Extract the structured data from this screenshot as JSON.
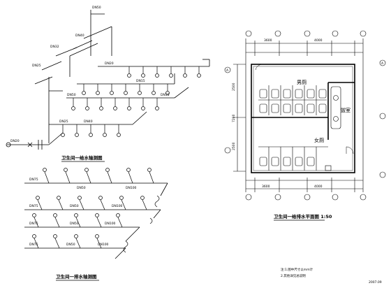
{
  "drawing": {
    "iso_supply_title": "卫生间一给水轴测图",
    "iso_drain_title": "卫生间一排水轴测图",
    "plan_title": "卫生间一给排水平面图 1:50",
    "rooms": {
      "men": "男厕",
      "women": "女厕",
      "wash": "盥室"
    },
    "supply_labels": [
      "DN50",
      "DN40",
      "DN32",
      "DN25",
      "DN20",
      "DN15",
      "DN50",
      "DN40",
      "DN25",
      "DN20",
      "DN15"
    ],
    "drain_labels": [
      "DN75",
      "DN50",
      "DN100",
      "DN75",
      "DN50",
      "DN100",
      "DN75",
      "DN50",
      "DN100",
      "DN75",
      "DN50",
      "DN100"
    ],
    "dims_top": [
      "3600",
      "4000",
      "3600",
      "4000"
    ],
    "dims_side": [
      "2500",
      "7200",
      "2500"
    ],
    "axis_left": "A",
    "axis_right": "A",
    "footer_note_1": "注:1.图中尺寸以mm计",
    "footer_note_2": "2.其他详见总说明",
    "footer_date": "2007.09"
  }
}
